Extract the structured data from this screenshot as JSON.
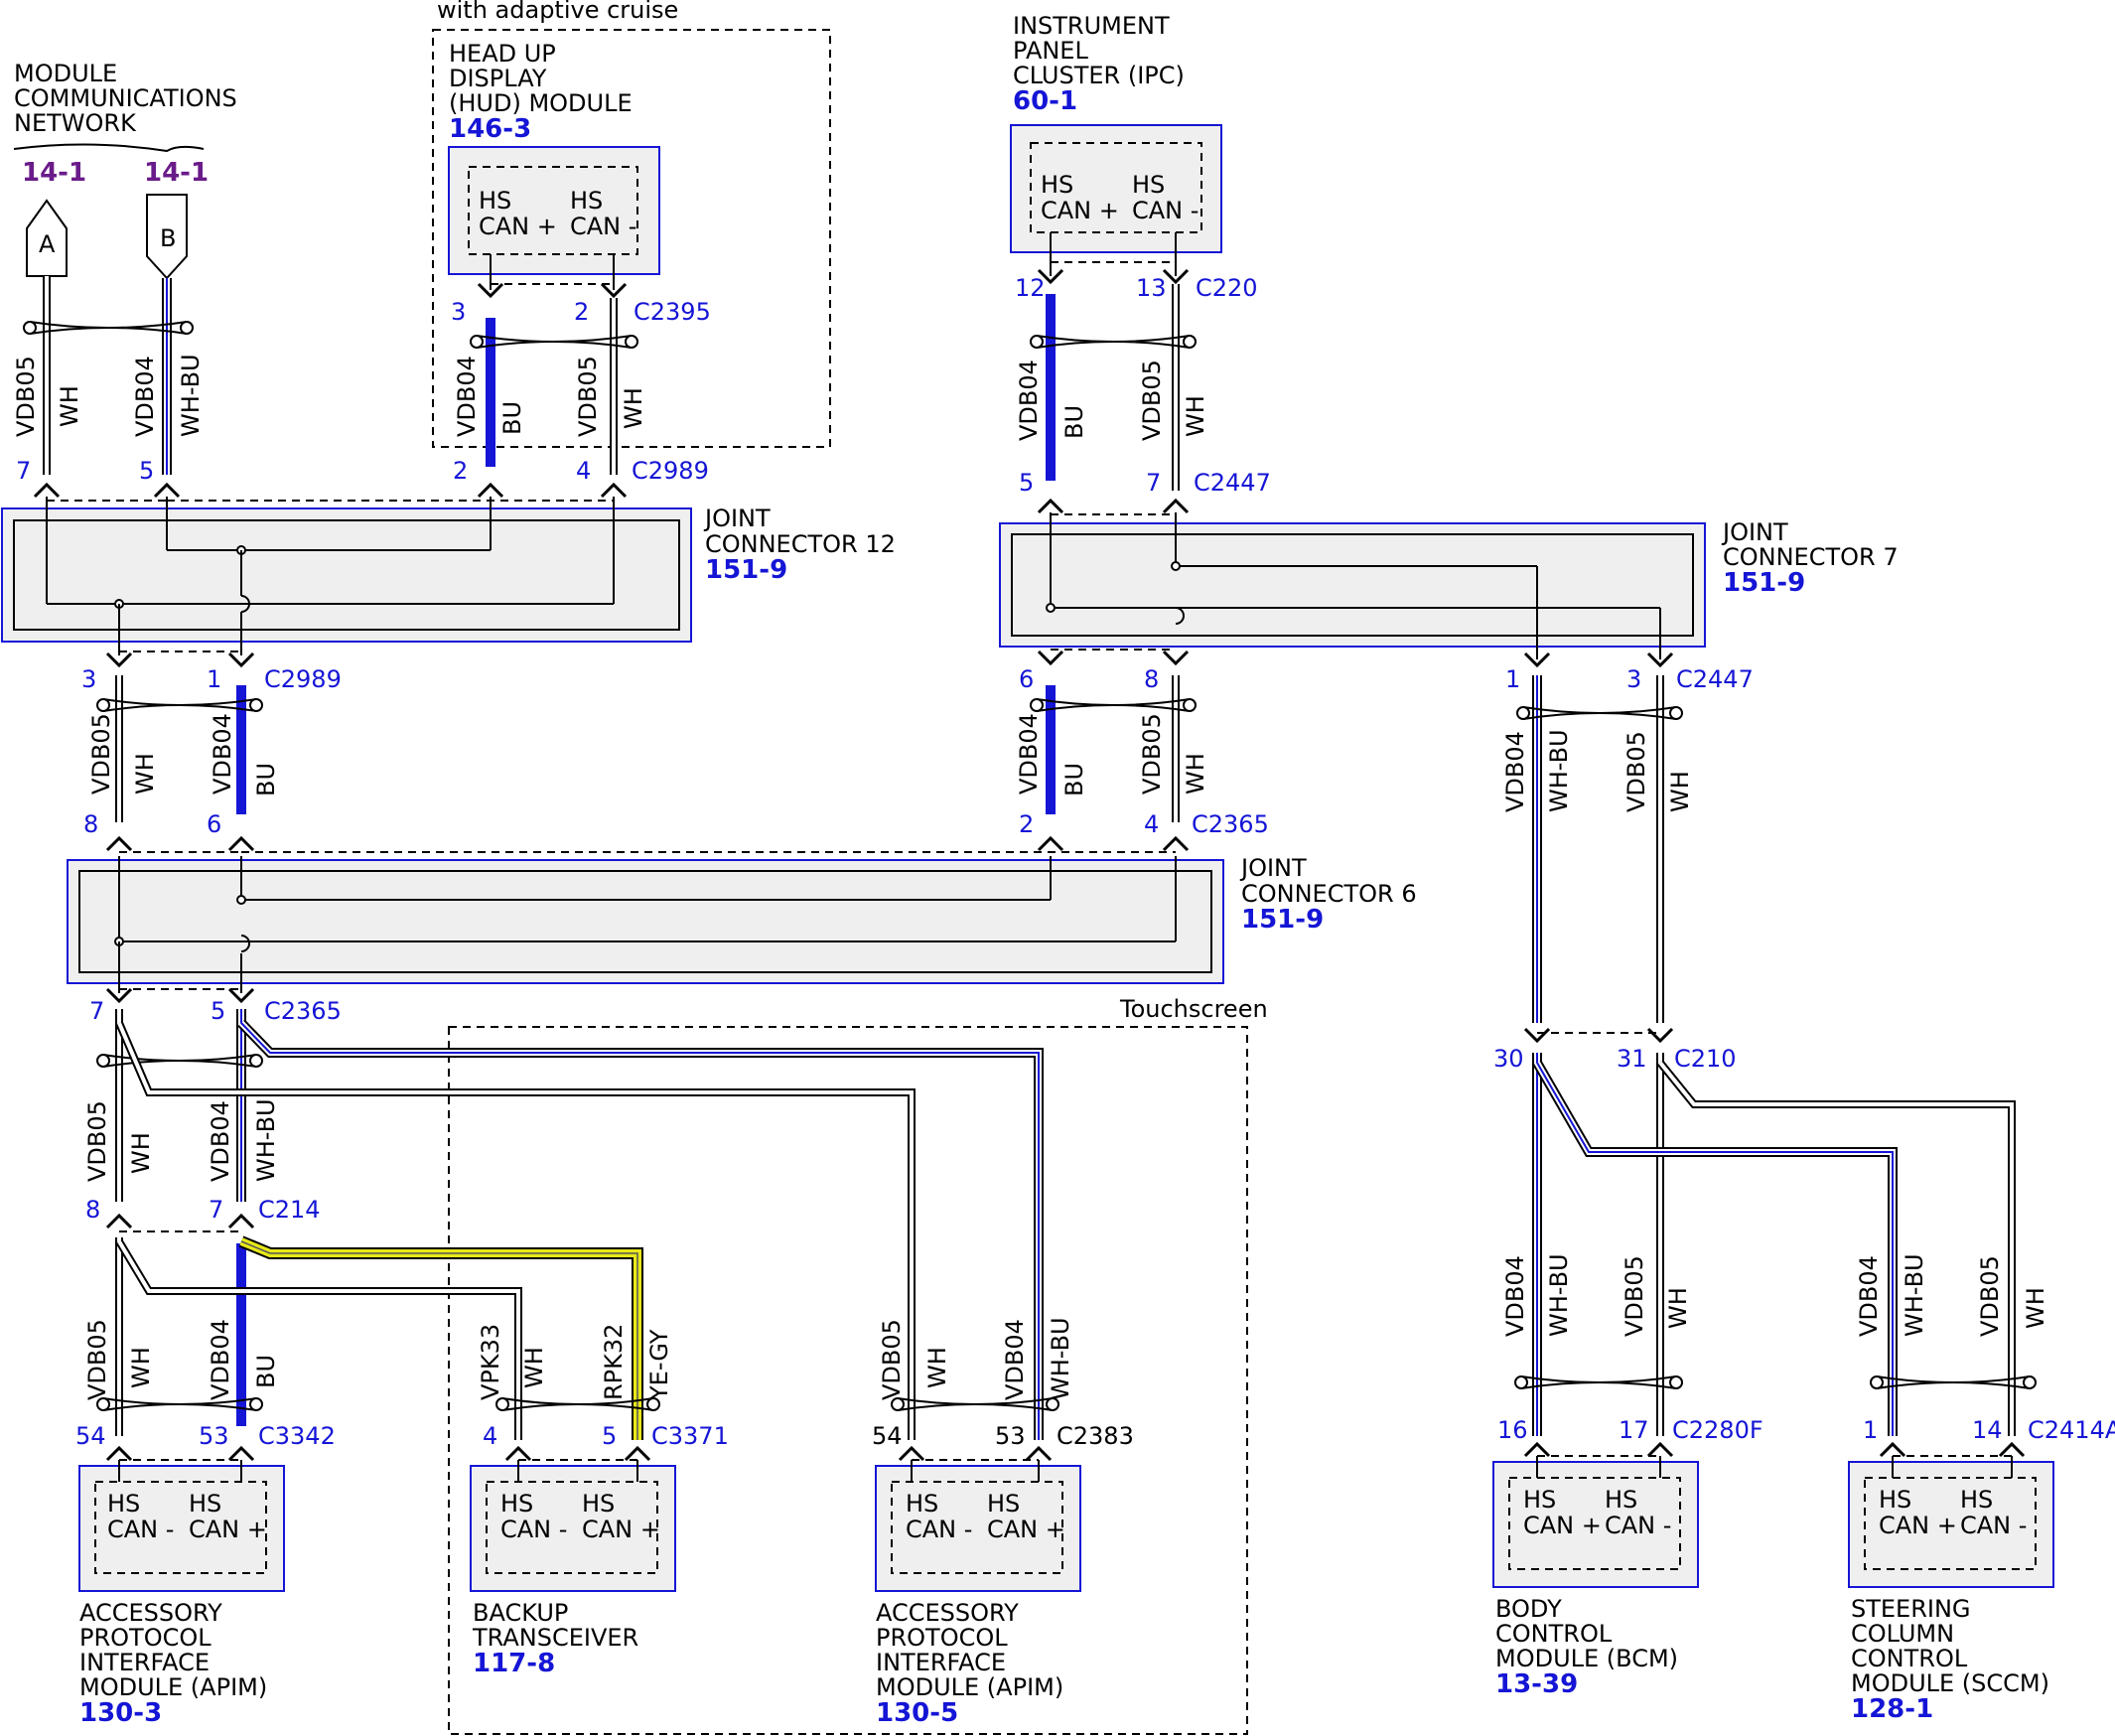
{
  "labels": {
    "network_title": [
      "MODULE",
      "COMMUNICATIONS",
      "NETWORK"
    ],
    "network_ref_a": "14-1",
    "network_ref_b": "14-1",
    "node_a": "A",
    "node_b": "B",
    "adaptive_cruise": "with adaptive cruise",
    "hud_title": [
      "HEAD UP",
      "DISPLAY",
      "(HUD) MODULE"
    ],
    "hud_ref": "146-3",
    "ipc_title": [
      "INSTRUMENT",
      "PANEL",
      "CLUSTER (IPC)"
    ],
    "ipc_ref": "60-1",
    "jc12_title": [
      "JOINT",
      "CONNECTOR 12"
    ],
    "jc12_ref": "151-9",
    "jc7_title": [
      "JOINT",
      "CONNECTOR 7"
    ],
    "jc7_ref": "151-9",
    "jc6_title": [
      "JOINT",
      "CONNECTOR 6"
    ],
    "jc6_ref": "151-9",
    "touchscreen": "Touchscreen",
    "apim1_title": [
      "ACCESSORY",
      "PROTOCOL",
      "INTERFACE",
      "MODULE (APIM)"
    ],
    "apim1_ref": "130-3",
    "backup_title": [
      "BACKUP",
      "TRANSCEIVER"
    ],
    "backup_ref": "117-8",
    "apim2_title": [
      "ACCESSORY",
      "PROTOCOL",
      "INTERFACE",
      "MODULE (APIM)"
    ],
    "apim2_ref": "130-5",
    "bcm_title": [
      "BODY",
      "CONTROL",
      "MODULE (BCM)"
    ],
    "bcm_ref": "13-39",
    "sccm_title": [
      "STEERING",
      "COLUMN",
      "CONTROL",
      "MODULE (SCCM)"
    ],
    "sccm_ref": "128-1"
  },
  "module_pins": {
    "hs": "HS",
    "can_plus": "CAN +",
    "can_minus": "CAN -"
  },
  "connectors": {
    "c2395": "C2395",
    "c2989_top": "C2989",
    "c220": "C220",
    "c2447_top": "C2447",
    "c2989_mid": "C2989",
    "c2447_mid": "C2447",
    "c2365_mid": "C2365",
    "c2365_low": "C2365",
    "c210": "C210",
    "c214": "C214",
    "c3342": "C3342",
    "c3371": "C3371",
    "c2383": "C2383",
    "c2280f": "C2280F",
    "c2414a": "C2414A"
  },
  "pins": {
    "a7": "7",
    "b5": "5",
    "hud3": "3",
    "hud2": "2",
    "hud2b": "2",
    "hud4": "4",
    "ipc12": "12",
    "ipc13": "13",
    "ipc5": "5",
    "ipc7": "7",
    "j12_3": "3",
    "j12_1": "1",
    "j12_8": "8",
    "j12_6": "6",
    "j7_6": "6",
    "j7_8": "8",
    "j7_2": "2",
    "j7_4": "4",
    "j7_1": "1",
    "j7_3": "3",
    "j6_7": "7",
    "j6_5": "5",
    "c214_8": "8",
    "c214_7": "7",
    "c3342_54": "54",
    "c3342_53": "53",
    "c3371_4": "4",
    "c3371_5": "5",
    "c2383_54": "54",
    "c2383_53": "53",
    "c210_30": "30",
    "c210_31": "31",
    "c2280_16": "16",
    "c2280_17": "17",
    "c2414_1": "1",
    "c2414_14": "14"
  },
  "circuits": {
    "vdb05": "VDB05",
    "vdb04": "VDB04",
    "vpk33": "VPK33",
    "rpk32": "RPK32"
  },
  "wire_colors": {
    "wh": "WH",
    "bu": "BU",
    "wh_bu": "WH-BU",
    "ye_gy": "YE-GY"
  },
  "colors": {
    "blue": "#1515d6",
    "yellow": "#e8e81a",
    "purple": "#6a1b8a",
    "module_fill": "#efefef"
  }
}
